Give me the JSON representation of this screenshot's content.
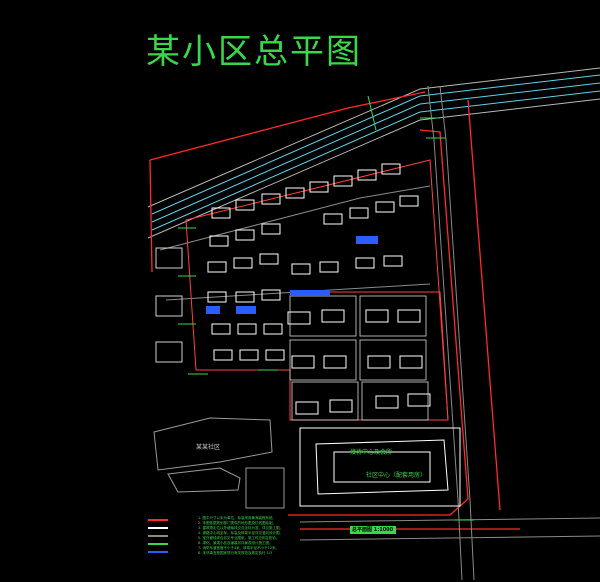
{
  "drawing": {
    "title": "某小区总平图",
    "scale_label": "总平面图 1:1000",
    "park_label": "某某社区",
    "building_label_1": "接待中心及会所",
    "building_label_2": "社区中心（配套用房）",
    "legend": {
      "notes": [
        "1. 图中尺寸以米为单位，标高采用黄海高程系统。",
        "2. 本图依据规划部门提供的地形图及红线图绘制。",
        "3. 建筑物定位以外墙轴线交点坐标为准，详见施工图。",
        "4. 道路中心线坐标、标高及转弯半径详见竖向设计图。",
        "5. 室外管线综合另见专业图纸，施工时应相互配合。",
        "6. 绿化、景观小品及铺装另详景观设计施工图。",
        "7. 消防车道宽度不小于4米，转弯半径不小于12米。",
        "8. 未尽事宜按国家现行有关规范及规定执行 1/3"
      ]
    },
    "colors": {
      "background": "#000000",
      "boundary_red": "#ff2a2a",
      "building_white": "#ffffff",
      "road_grey": "#8a8a8a",
      "label_green": "#39d84a",
      "river_cyan": "#5fd3e6",
      "parking_blue": "#2b5cff"
    }
  }
}
